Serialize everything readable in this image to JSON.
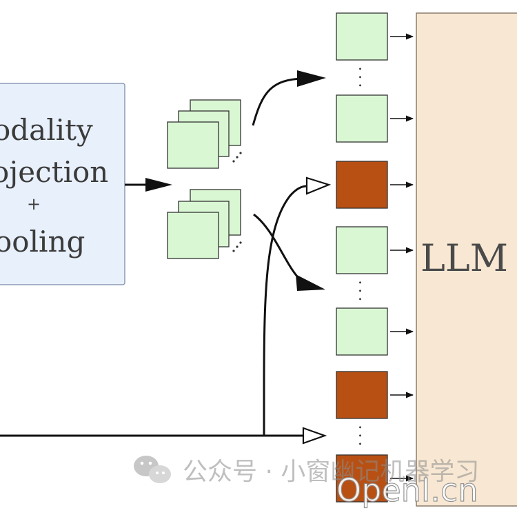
{
  "projection_box": {
    "line1": "odality",
    "line2": "ojection",
    "line3": "+",
    "line4": "ooling"
  },
  "llm_box": {
    "label": "LLM"
  },
  "ellipsis": ".",
  "token_column": [
    {
      "kind": "green"
    },
    {
      "kind": "ellipsis"
    },
    {
      "kind": "green"
    },
    {
      "kind": "brown"
    },
    {
      "kind": "green"
    },
    {
      "kind": "ellipsis"
    },
    {
      "kind": "green"
    },
    {
      "kind": "brown"
    },
    {
      "kind": "ellipsis"
    },
    {
      "kind": "brown"
    }
  ],
  "colors": {
    "projection_fill": "#e8f0fc",
    "projection_stroke": "#8a9bb5",
    "token_green": "#d9f7d3",
    "token_brown": "#b85013",
    "llm_fill": "#f8e8d3",
    "arrow": "#111111"
  },
  "watermark": {
    "channel_text": "公众号 · 小窗幽记机器学习",
    "brand_text": "OpenI.cn",
    "icon": "wechat-icon"
  }
}
